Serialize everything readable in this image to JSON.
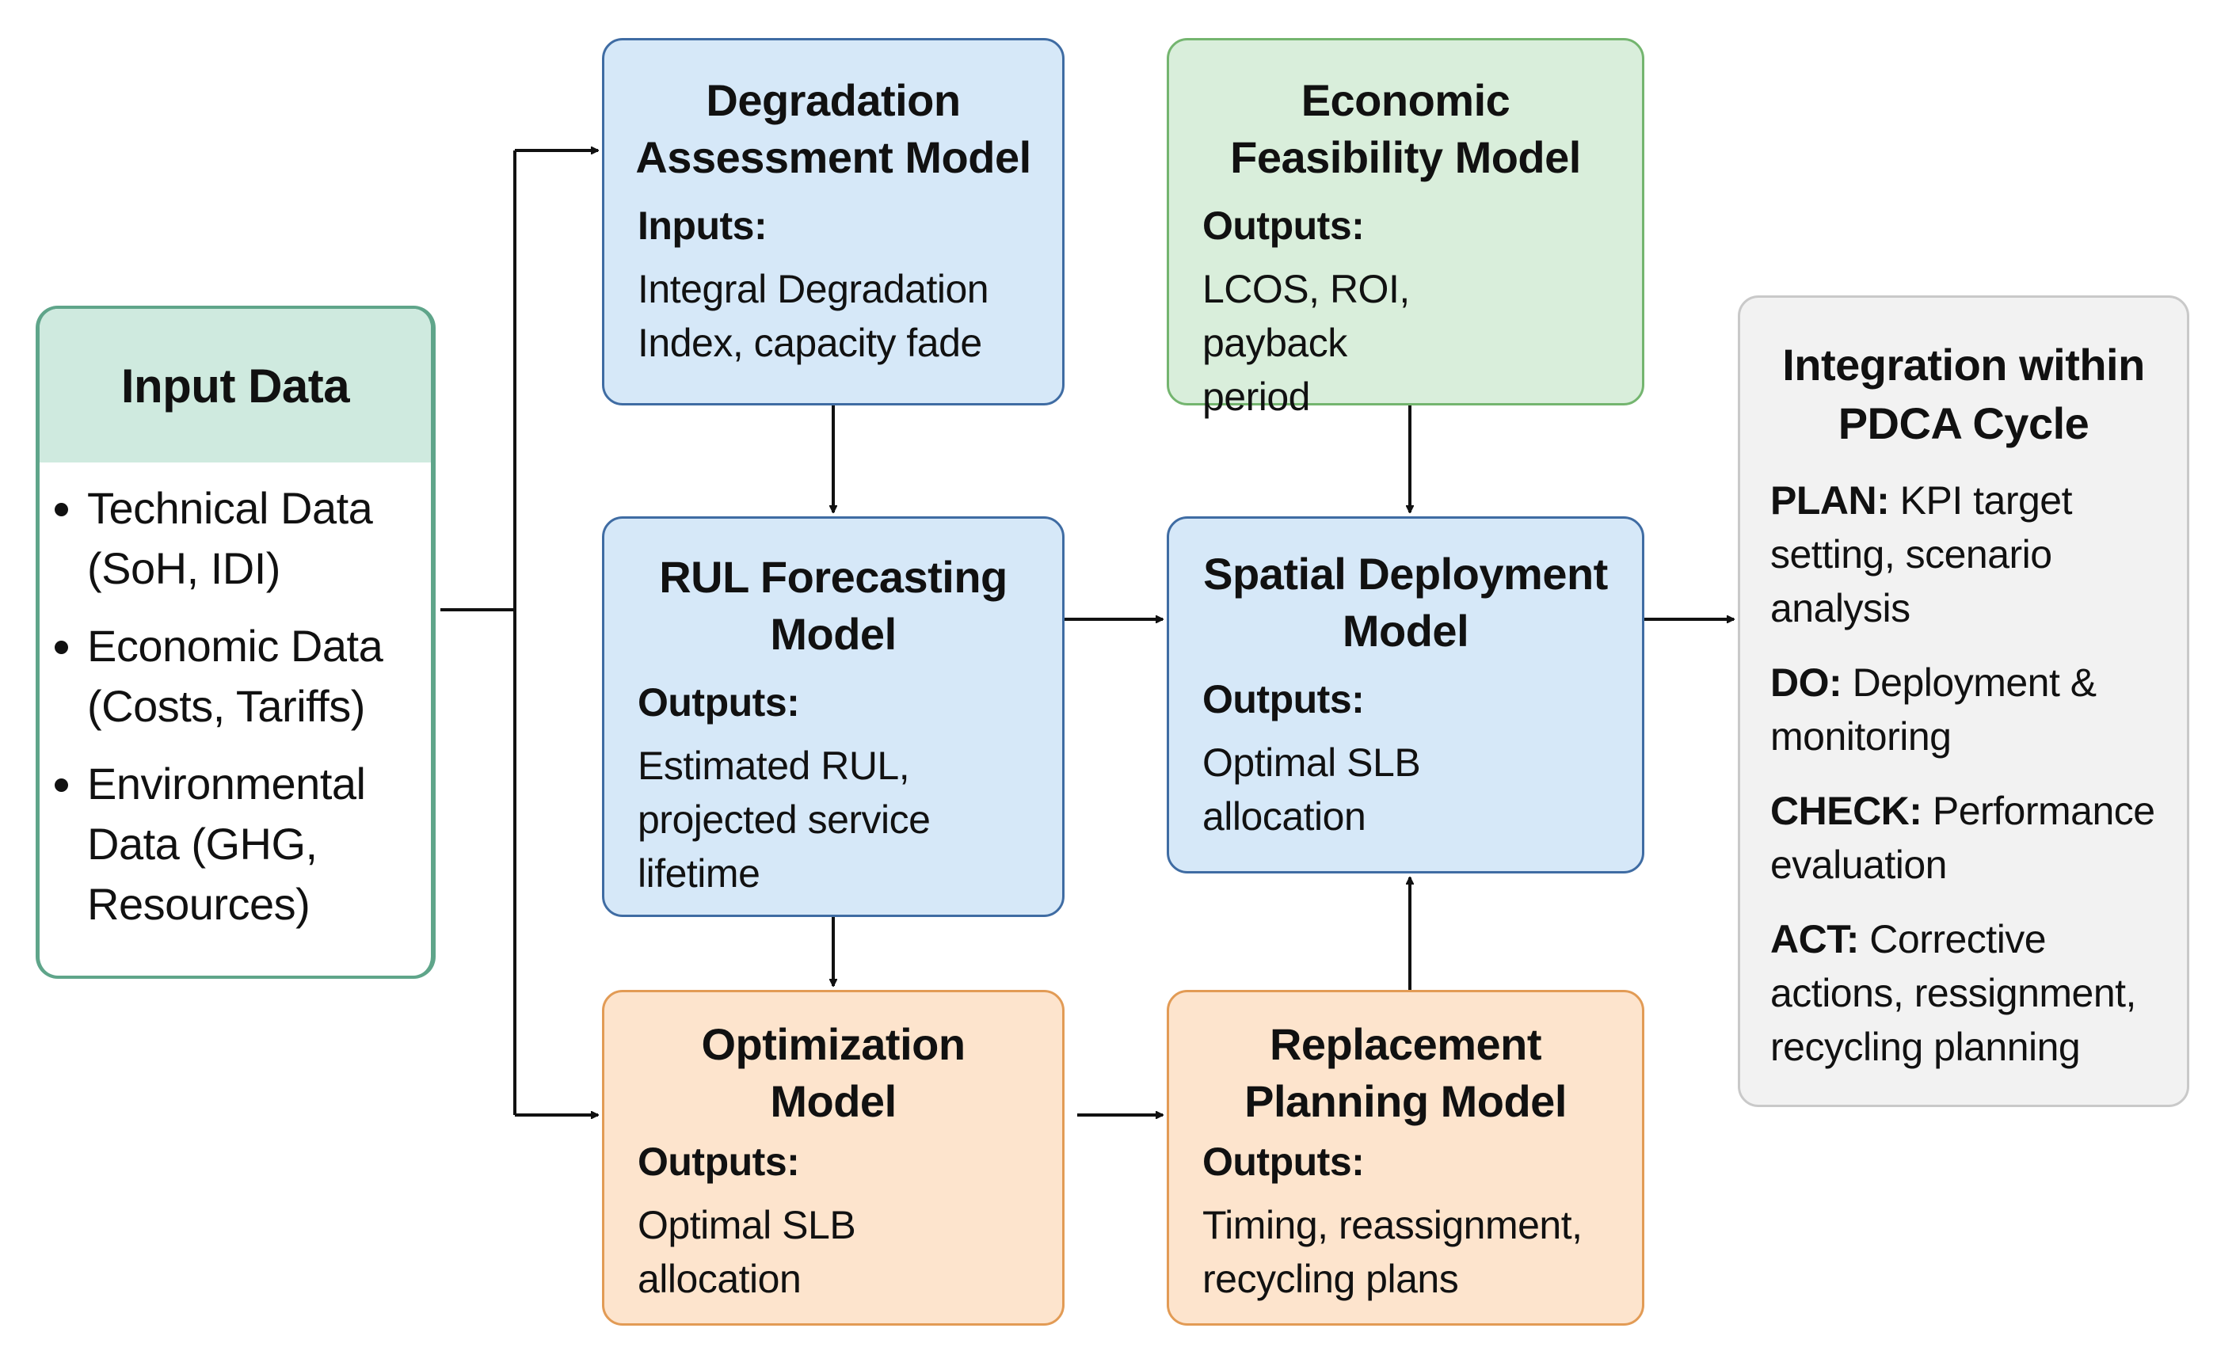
{
  "input_data": {
    "title": "Input Data",
    "items": [
      "Technical Data (SoH, IDI)",
      "Economic Data (Costs, Tariffs)",
      "Environmental Data (GHG, Resources)"
    ]
  },
  "degradation": {
    "title": "Degradation Assessment Model",
    "label": "Inputs:",
    "text": "Integral Degradation Index, capacity fade"
  },
  "economic": {
    "title": "Economic Feasibility Model",
    "label": "Outputs:",
    "text": "LCOS, ROI, payback period"
  },
  "rul": {
    "title": "RUL Forecasting Model",
    "label": "Outputs:",
    "text": "Estimated RUL, projected service lifetime"
  },
  "spatial": {
    "title": "Spatial Deployment Model",
    "label": "Outputs:",
    "text": "Optimal SLB allocation"
  },
  "optimization": {
    "title": "Optimization Model",
    "label": "Outputs:",
    "text": "Optimal SLB allocation"
  },
  "replacement": {
    "title": "Replacement Planning Model",
    "label": "Outputs:",
    "text": "Timing, reassignment, recycling plans"
  },
  "pdca": {
    "title": "Integration within PDCA Cycle",
    "items": [
      {
        "key": "PLAN:",
        "text": "KPI target setting, scenario analysis"
      },
      {
        "key": "DO:",
        "text": "Deployment & monitoring"
      },
      {
        "key": "CHECK:",
        "text": "Performance evaluation"
      },
      {
        "key": "ACT:",
        "text": "Corrective actions, ressignment, recycling planning"
      }
    ]
  },
  "colors": {
    "blue": "#d6e8f8",
    "green": "#d9eedb",
    "orange": "#fde4cd",
    "gray": "#f2f2f2",
    "input_header": "#cfeadf"
  }
}
